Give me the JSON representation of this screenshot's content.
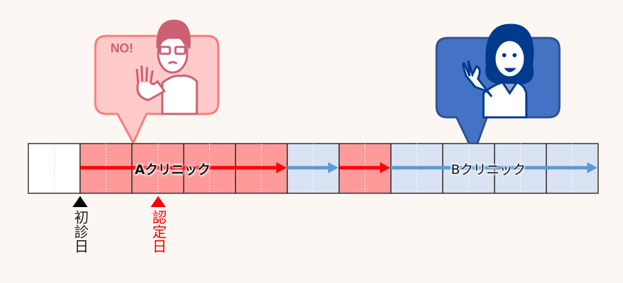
{
  "timeline": {
    "cells": [
      "empty",
      "a",
      "a",
      "a",
      "a",
      "b",
      "a",
      "b",
      "b",
      "b",
      "b"
    ],
    "colors": {
      "empty": "#ffffff",
      "a": "#fe9a9a",
      "b": "#dae3f3",
      "a_arrow": "#ff0000",
      "b_arrow": "#5b9bd5"
    }
  },
  "clinic_a": {
    "label": "Aクリニック",
    "bubble_text": "NO!"
  },
  "clinic_b": {
    "label": "Bクリニック"
  },
  "markers": {
    "first_visit": {
      "label": "初診日",
      "color": "#000000"
    },
    "certification": {
      "label": "認定日",
      "color": "#ff0000"
    }
  }
}
